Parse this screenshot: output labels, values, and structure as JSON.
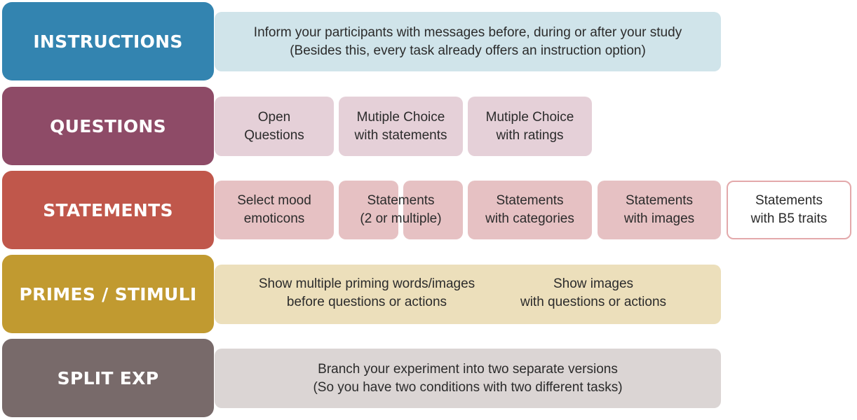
{
  "colors": {
    "instructions": "#3384b0",
    "questions": "#8e4b67",
    "statements": "#c0574b",
    "primes": "#c19a30",
    "split": "#786a6a",
    "instructions_light": "#d0e4ea",
    "questions_light": "#e5d0d8",
    "statements_light": "#e6c1c3",
    "primes_light": "#ecdfbb",
    "split_light": "#dbd5d4",
    "statements_outline": "#e3a9ab"
  },
  "rows": {
    "instructions": {
      "label": "INSTRUCTIONS",
      "lines": [
        "Inform your participants with messages before, during or after your study",
        "(Besides this, every task already offers an instruction option)"
      ]
    },
    "questions": {
      "label": "QUESTIONS",
      "items": [
        {
          "line1": "Open",
          "line2": "Questions"
        },
        {
          "line1": "Mutiple Choice",
          "line2": "with statements"
        },
        {
          "line1": "Mutiple Choice",
          "line2": "with ratings"
        }
      ]
    },
    "statements": {
      "label": "STATEMENTS",
      "items": [
        {
          "line1": "Select mood",
          "line2": "emoticons"
        },
        {
          "line1": "Statements",
          "line2": "(2 or multiple)"
        },
        {
          "line1": "Statements",
          "line2": "with categories"
        },
        {
          "line1": "Statements",
          "line2": "with images"
        },
        {
          "line1": "Statements",
          "line2": "with B5 traits"
        }
      ]
    },
    "primes": {
      "label": "PRIMES / STIMULI",
      "items": [
        {
          "line1": "Show multiple priming words/images",
          "line2": "before questions or actions"
        },
        {
          "line1": "Show images",
          "line2": "with questions or actions"
        }
      ]
    },
    "split": {
      "label": "SPLIT EXP",
      "lines": [
        "Branch your experiment into two separate versions",
        "(So you have two conditions with two different tasks)"
      ]
    }
  }
}
